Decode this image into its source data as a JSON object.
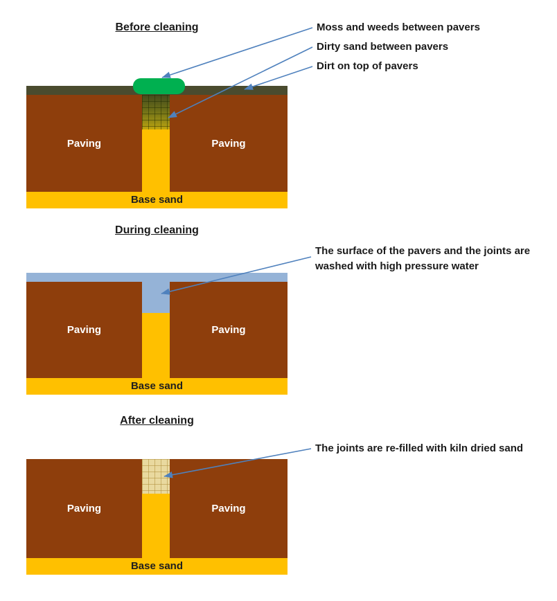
{
  "sections": [
    {
      "title": "Before cleaning",
      "annotations": [
        "Moss and weeds between pavers",
        "Dirty sand  between pavers",
        "Dirt on top of pavers"
      ],
      "left_block_label": "Paving",
      "right_block_label": "Paving",
      "base_label": "Base sand"
    },
    {
      "title": "During cleaning",
      "annotations": [
        "The surface of the pavers and the joints are washed with high pressure water"
      ],
      "left_block_label": "Paving",
      "right_block_label": "Paving",
      "base_label": "Base sand"
    },
    {
      "title": "After cleaning",
      "annotations": [
        "The joints are re-filled with kiln dried sand"
      ],
      "left_block_label": "Paving",
      "right_block_label": "Paving",
      "base_label": "Base sand"
    }
  ],
  "colors": {
    "paving": "#8e3e0c",
    "base_sand": "#ffc000",
    "dirt_layer": "#4a4b2e",
    "moss": "#00b050",
    "dirty_sand": "#6e6f18",
    "water": "#95b3d7",
    "kiln_sand": "#e9d99f",
    "arrow": "#4f81bd"
  }
}
